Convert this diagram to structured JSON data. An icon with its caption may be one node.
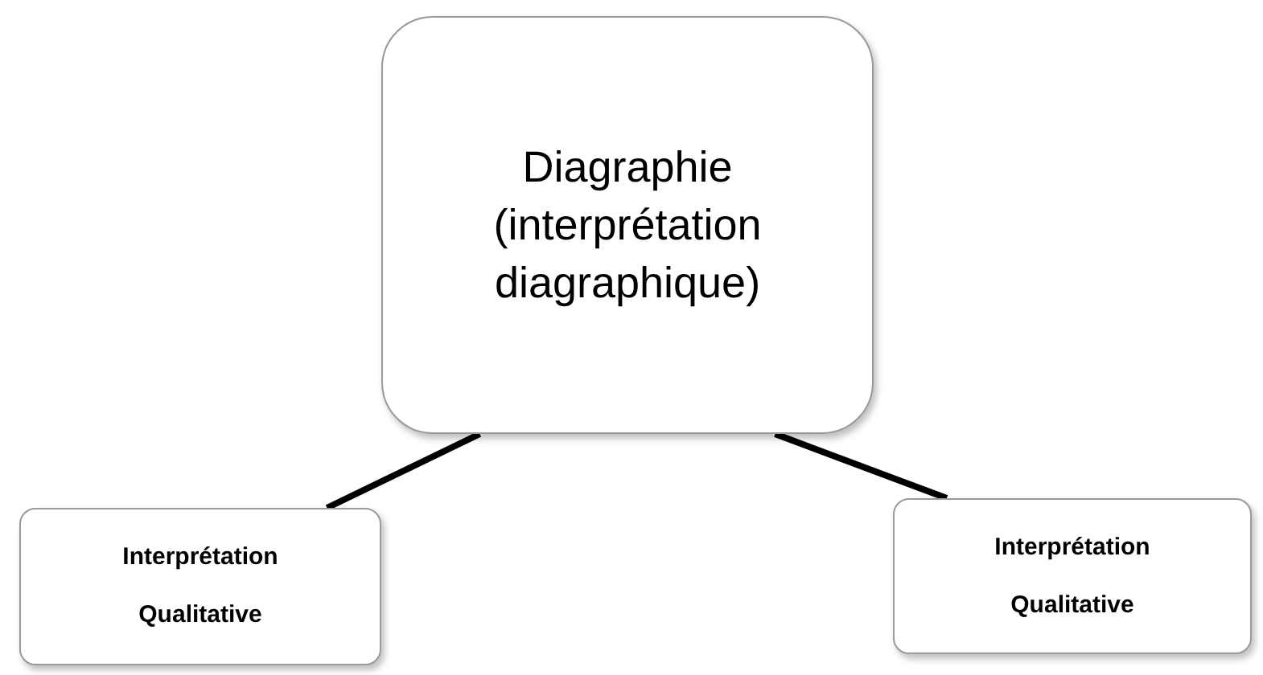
{
  "diagram": {
    "nodes": [
      {
        "text": [
          "Diagraphie (interprétation diagraphique)"
        ]
      },
      {
        "text": [
          "Interprétation Qualitative"
        ]
      },
      {
        "text": [
          "Interprétation Qualitative"
        ]
      }
    ],
    "edges": [
      {
        "from": 0,
        "to": 1,
        "arrow": "none"
      },
      {
        "from": 0,
        "to": 2,
        "arrow": "none"
      }
    ]
  }
}
